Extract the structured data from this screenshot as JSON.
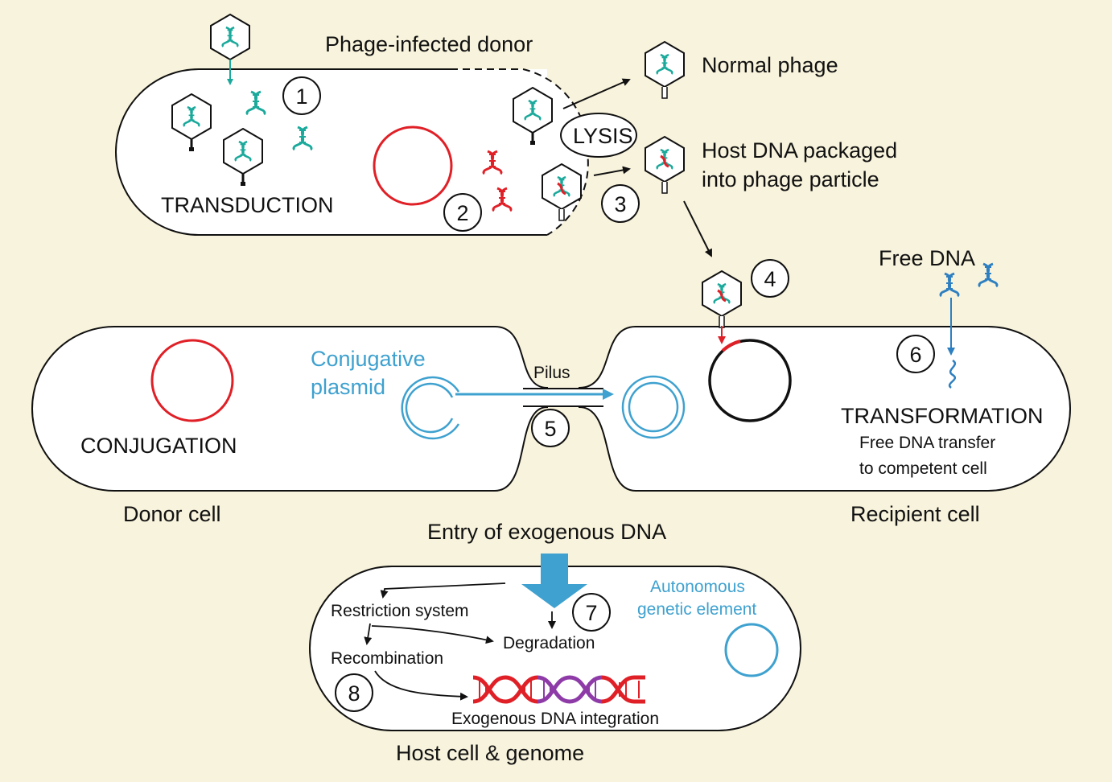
{
  "labels": {
    "phage_infected_donor": "Phage-infected donor",
    "transduction": "TRANSDUCTION",
    "lysis": "LYSIS",
    "normal_phage": "Normal phage",
    "host_dna_packaged_line1": "Host DNA packaged",
    "host_dna_packaged_line2": "into phage particle",
    "free_dna": "Free DNA",
    "conjugative_plasmid_line1": "Conjugative",
    "conjugative_plasmid_line2": "plasmid",
    "pilus": "Pilus",
    "conjugation": "CONJUGATION",
    "transformation": "TRANSFORMATION",
    "free_dna_transfer_line1": "Free DNA transfer",
    "free_dna_transfer_line2": "to competent cell",
    "donor_cell": "Donor cell",
    "recipient_cell": "Recipient cell",
    "entry_exogenous_dna": "Entry of exogenous DNA",
    "restriction_system": "Restriction system",
    "degradation": "Degradation",
    "recombination": "Recombination",
    "autonomous_line1": "Autonomous",
    "autonomous_line2": "genetic element",
    "exogenous_integration": "Exogenous DNA integration",
    "host_cell_genome": "Host cell & genome"
  },
  "steps": [
    "1",
    "2",
    "3",
    "4",
    "5",
    "6",
    "7",
    "8"
  ],
  "colors": {
    "background": "#f8f3dc",
    "phage_dna": "#1aa99b",
    "host_dna": "#e02027",
    "free_dna": "#2d7fc1",
    "plasmid": "#3ea1cf",
    "integrated_dna": "#8e3ba8"
  },
  "icons": [
    "phage-icon",
    "dna-helix-icon",
    "plasmid-icon",
    "arrow-icon"
  ]
}
